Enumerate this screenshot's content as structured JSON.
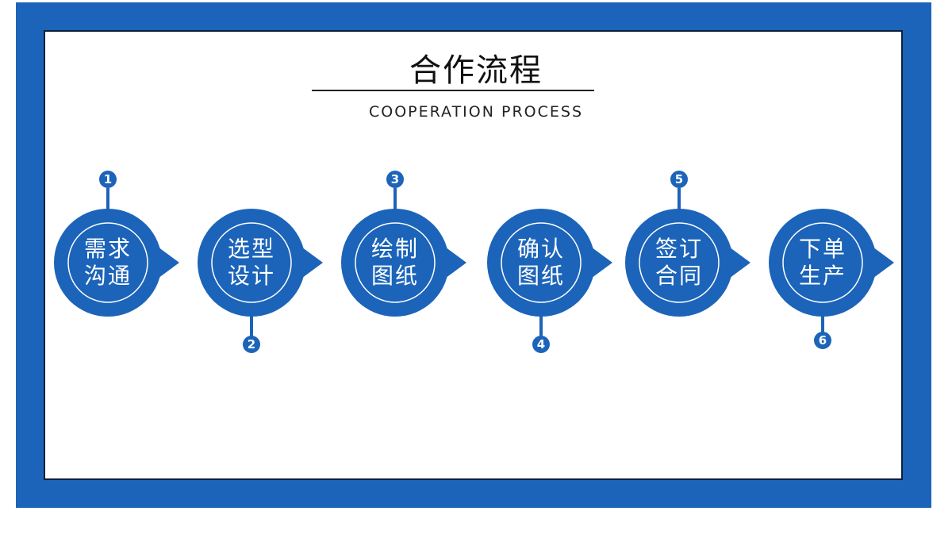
{
  "title": "合作流程",
  "subtitle": "COOPERATION PROCESS",
  "colors": {
    "frame": "#1c64b9",
    "circle": "#1c64b9"
  },
  "steps": [
    {
      "number": "1",
      "line1": "需求",
      "line2": "沟通",
      "badge": "top"
    },
    {
      "number": "2",
      "line1": "选型",
      "line2": "设计",
      "badge": "bottom"
    },
    {
      "number": "3",
      "line1": "绘制",
      "line2": "图纸",
      "badge": "top"
    },
    {
      "number": "4",
      "line1": "确认",
      "line2": "图纸",
      "badge": "bottom"
    },
    {
      "number": "5",
      "line1": "签订",
      "line2": "合同",
      "badge": "top"
    },
    {
      "number": "6",
      "line1": "下单",
      "line2": "生产",
      "badge": "bottom"
    }
  ]
}
